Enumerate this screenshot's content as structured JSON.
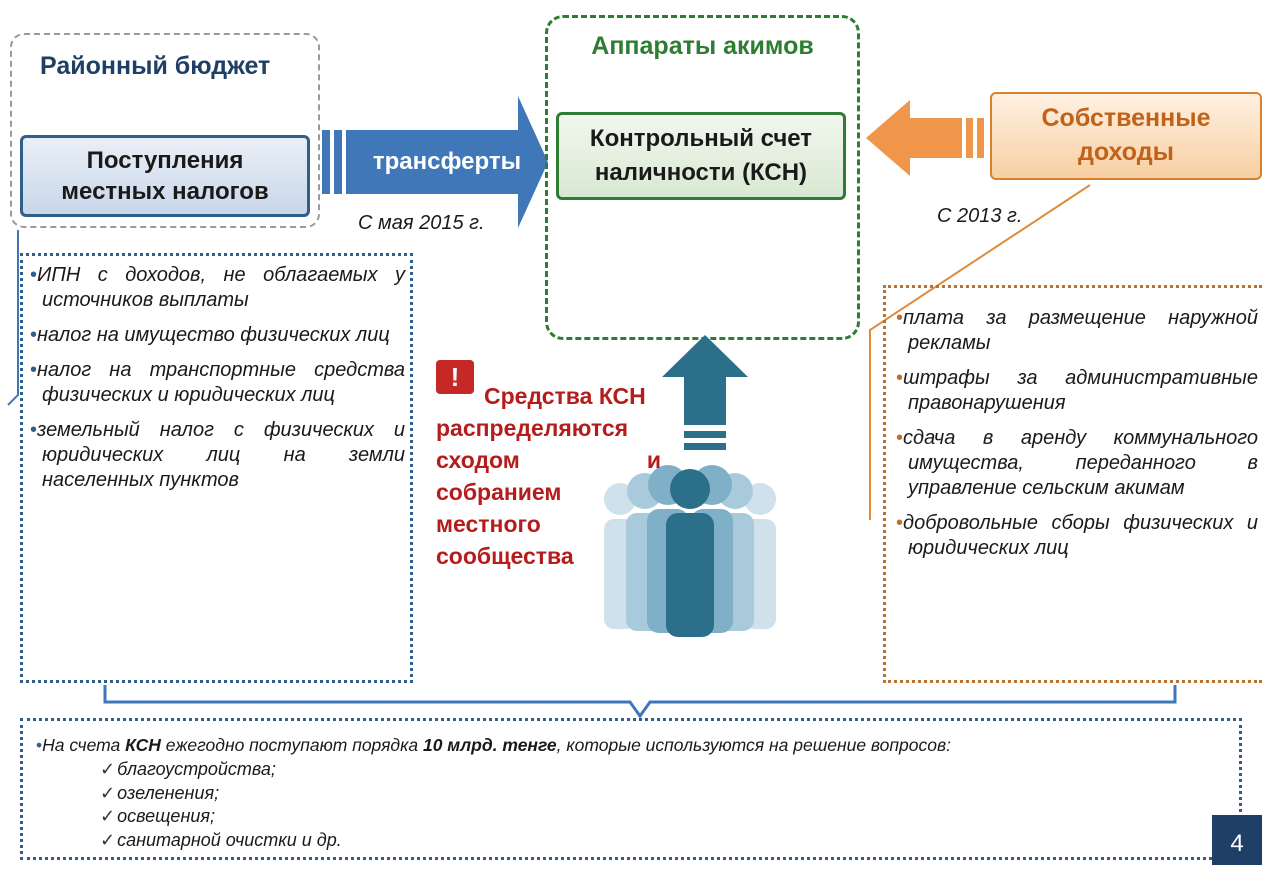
{
  "district_budget": {
    "title": "Районный бюджет",
    "box_line1": "Поступления",
    "box_line2": "местных налогов"
  },
  "transfer": {
    "label": "трансферты",
    "date": "С мая 2015 г."
  },
  "akimat": {
    "title": "Аппараты акимов",
    "ksn_line1": "Контрольный счет",
    "ksn_line2": "наличности (КСН)"
  },
  "own_income": {
    "line1": "Собственные",
    "line2": "доходы",
    "date": "С 2013 г."
  },
  "tax_items": [
    "ИПН с доходов, не облагаемых у источников выплаты",
    "налог на имущество физических лиц",
    "налог на транспортные средства физических и юридических лиц",
    "земельный налог с физических и юридических лиц на земли населенных пунктов"
  ],
  "own_income_items": [
    "плата за размещение наружной рекламы",
    "штрафы за административные правонарушения",
    "сдача в аренду коммунального имущества, переданного в управление сельским акимам",
    "добровольные сборы физических и юридических лиц"
  ],
  "distribution_note": {
    "icon": "!",
    "line1": "Средства КСН",
    "line2": "распределяются",
    "line3a": "сходом",
    "line3b": "и",
    "line4": "собранием",
    "line5": "местного",
    "line6": "сообщества"
  },
  "bottom": {
    "intro_prefix": "На счета ",
    "intro_ksn": "КСН",
    "intro_mid": " ежегодно поступают порядка ",
    "intro_amount": "10 млрд. тенге",
    "intro_suffix": ", которые используются на решение вопросов:",
    "items": [
      "благоустройства;",
      "озеленения;",
      "освещения;",
      "санитарной очистки и др."
    ]
  },
  "page_number": "4",
  "colors": {
    "navy": "#1f3f66",
    "blue_arrow": "#3f77b8",
    "green": "#2e7d32",
    "orange": "#f0964a",
    "red": "#b71c1c",
    "teal": "#2c6f8a"
  }
}
